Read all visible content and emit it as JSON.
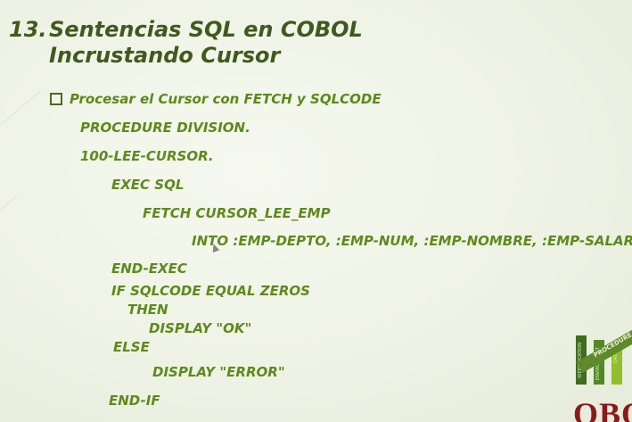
{
  "slide": {
    "number": "13.",
    "title_line1": "Sentencias SQL en COBOL",
    "title_line2": "Incrustando Cursor",
    "bullet": "Procesar el Cursor con FETCH y SQLCODE",
    "code": [
      "PROCEDURE DIVISION.",
      "100-LEE-CURSOR.",
      "EXEC SQL",
      "FETCH CURSOR_LEE_EMP",
      "INTO :EMP-DEPTO, :EMP-NUM, :EMP-NOMBRE, :EMP-SALARIO",
      "END-EXEC",
      "IF SQLCODE EQUAL ZEROS",
      "THEN",
      "DISPLAY \"OK\"",
      "ELSE",
      "DISPLAY \"ERROR\"",
      "END-IF"
    ]
  },
  "logo": {
    "bar_labels": [
      "IDENTIFICATION",
      "ENVIRONMENT",
      "DATA"
    ],
    "banner": "PROCEDURE",
    "name": "COBOL"
  },
  "colors": {
    "title": "#3f5a1e",
    "text": "#5d8a1d",
    "logo_red": "#8a1a1a"
  }
}
